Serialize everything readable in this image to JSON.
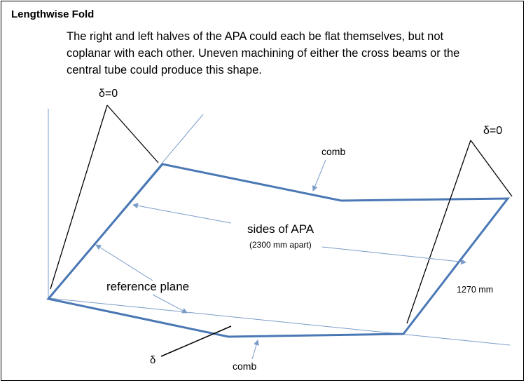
{
  "title": "Lengthwise Fold",
  "description": "The right and left halves of the APA could each be flat themselves, but not coplanar with each other.  Uneven machining of either the cross beams or the central tube could produce this shape.",
  "labels": {
    "delta_zero_left": "δ=0",
    "delta_zero_right": "δ=0",
    "comb_top": "comb",
    "comb_bottom": "comb",
    "sides": "sides of APA",
    "sides_sub": "(2300 mm apart)",
    "reference_plane": "reference plane",
    "dimension": "1270 mm",
    "delta": "δ"
  },
  "colors": {
    "apa_outline": "#4a78b5",
    "reference_lines": "#7a9cc8",
    "leader_lines": "#000000"
  }
}
